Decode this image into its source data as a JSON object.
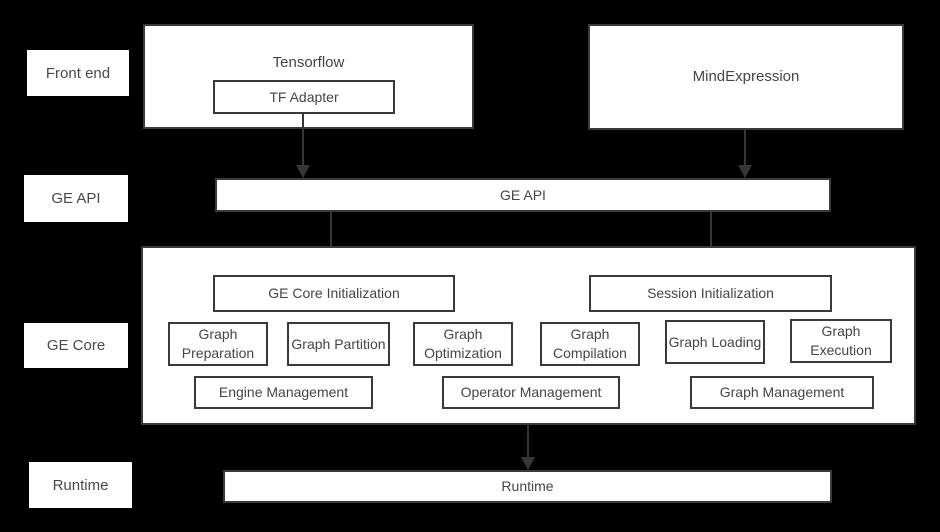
{
  "layer_labels": {
    "front_end": "Front end",
    "ge_api": "GE API",
    "ge_core": "GE Core",
    "runtime": "Runtime"
  },
  "front_end": {
    "tensorflow_title": "Tensorflow",
    "tf_adapter": "TF Adapter",
    "mind_expression": "MindExpression"
  },
  "ge_api": {
    "label": "GE API"
  },
  "ge_core": {
    "ge_core_initialization": "GE Core Initialization",
    "session_initialization": "Session Initialization",
    "stages": [
      "Graph Preparation",
      "Graph Partition",
      "Graph Optimization",
      "Graph Compilation",
      "Graph Loading",
      "Graph Execution"
    ],
    "management": [
      "Engine Management",
      "Operator Management",
      "Graph Management"
    ]
  },
  "runtime": {
    "label": "Runtime"
  },
  "colors": {
    "background": "#000000",
    "box_fill": "#ffffff",
    "box_border": "#3a3a3a",
    "text": "#454545",
    "arrow": "#363636"
  }
}
